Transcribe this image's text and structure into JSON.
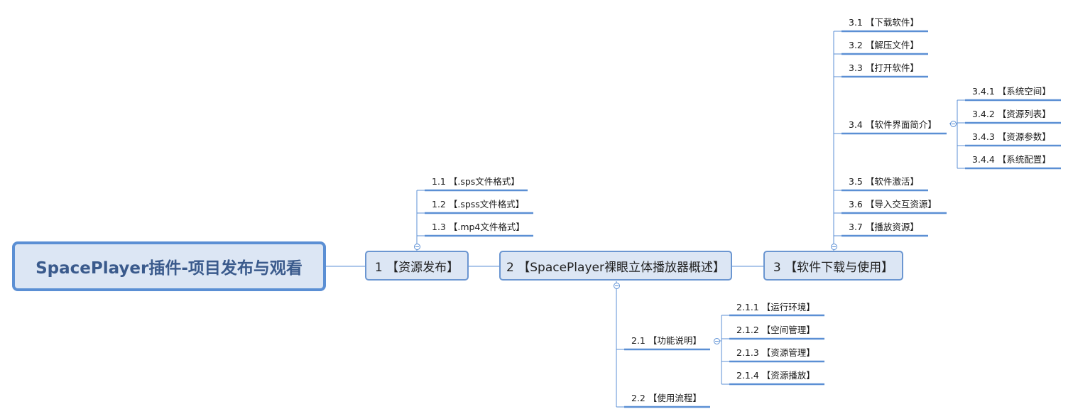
{
  "root": {
    "label": "SpacePlayer插件-项目发布与观看"
  },
  "main": {
    "n1": "1 【资源发布】",
    "n2": "2 【SpacePlayer裸眼立体播放器概述】",
    "n3": "3 【软件下载与使用】"
  },
  "branch1": [
    "1.1 【.sps文件格式】",
    "1.2 【.spss文件格式】",
    "1.3 【.mp4文件格式】"
  ],
  "branch2": {
    "n21": "2.1 【功能说明】",
    "n21_children": [
      "2.1.1 【运行环境】",
      "2.1.2 【空间管理】",
      "2.1.3 【资源管理】",
      "2.1.4 【资源播放】"
    ],
    "n22": "2.2 【使用流程】"
  },
  "branch3": {
    "n31": "3.1 【下载软件】",
    "n32": "3.2 【解压文件】",
    "n33": "3.3 【打开软件】",
    "n34": "3.4 【软件界面简介】",
    "n34_children": [
      "3.4.1 【系统空间】",
      "3.4.2 【资源列表】",
      "3.4.3 【资源参数】",
      "3.4.4 【系统配置】"
    ],
    "n35": "3.5 【软件激活】",
    "n36": "3.6 【导入交互资源】",
    "n37": "3.7 【播放资源】"
  },
  "colors": {
    "line": "#5b8fd4",
    "node_fill": "#dce6f4",
    "root_text": "#3a5a8c"
  }
}
